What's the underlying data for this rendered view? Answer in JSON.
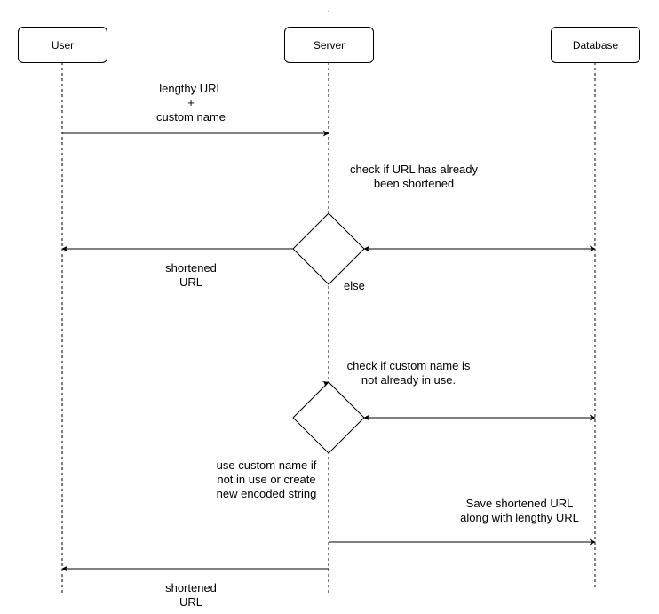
{
  "participants": {
    "user": "User",
    "server": "Server",
    "database": "Database"
  },
  "messages": {
    "request": [
      "lengthy URL",
      "+",
      "custom name"
    ],
    "check_url": [
      "check if URL has already",
      "been shortened"
    ],
    "shortened_return_1": [
      "shortened",
      "URL"
    ],
    "else_label": "else",
    "check_custom": [
      "check if custom name is",
      "not already in use."
    ],
    "use_custom": [
      "use custom name if",
      "not in use or create",
      "new encoded string"
    ],
    "save": [
      "Save shortened URL",
      "along with lengthy URL"
    ],
    "shortened_return_2": [
      "shortened",
      "URL"
    ]
  }
}
